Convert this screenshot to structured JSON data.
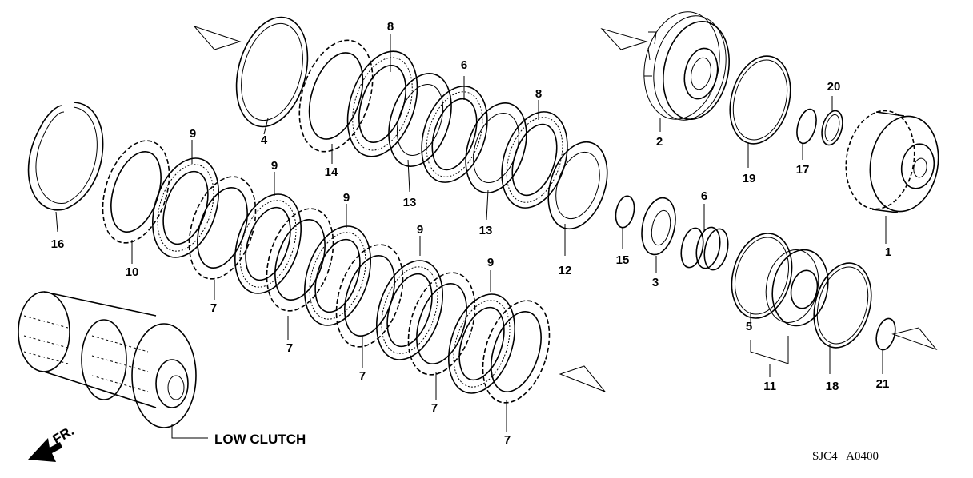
{
  "callouts": [
    {
      "id": "c1",
      "text": "1"
    },
    {
      "id": "c2",
      "text": "2"
    },
    {
      "id": "c3",
      "text": "3"
    },
    {
      "id": "c4",
      "text": "4"
    },
    {
      "id": "c5",
      "text": "5"
    },
    {
      "id": "c6",
      "text": "6"
    },
    {
      "id": "c6b",
      "text": "6"
    },
    {
      "id": "c7a",
      "text": "7"
    },
    {
      "id": "c7b",
      "text": "7"
    },
    {
      "id": "c7c",
      "text": "7"
    },
    {
      "id": "c7d",
      "text": "7"
    },
    {
      "id": "c7e",
      "text": "7"
    },
    {
      "id": "c8a",
      "text": "8"
    },
    {
      "id": "c8b",
      "text": "8"
    },
    {
      "id": "c9a",
      "text": "9"
    },
    {
      "id": "c9b",
      "text": "9"
    },
    {
      "id": "c9c",
      "text": "9"
    },
    {
      "id": "c9d",
      "text": "9"
    },
    {
      "id": "c9e",
      "text": "9"
    },
    {
      "id": "c10",
      "text": "10"
    },
    {
      "id": "c11",
      "text": "11"
    },
    {
      "id": "c12",
      "text": "12"
    },
    {
      "id": "c13a",
      "text": "13"
    },
    {
      "id": "c13b",
      "text": "13"
    },
    {
      "id": "c14",
      "text": "14"
    },
    {
      "id": "c15",
      "text": "15"
    },
    {
      "id": "c16",
      "text": "16"
    },
    {
      "id": "c17",
      "text": "17"
    },
    {
      "id": "c18",
      "text": "18"
    },
    {
      "id": "c19",
      "text": "19"
    },
    {
      "id": "c20",
      "text": "20"
    },
    {
      "id": "c21",
      "text": "21"
    }
  ],
  "assembly_label": "LOW CLUTCH",
  "front_marker": "FR.",
  "diagram_code": "SJC4   A0400"
}
